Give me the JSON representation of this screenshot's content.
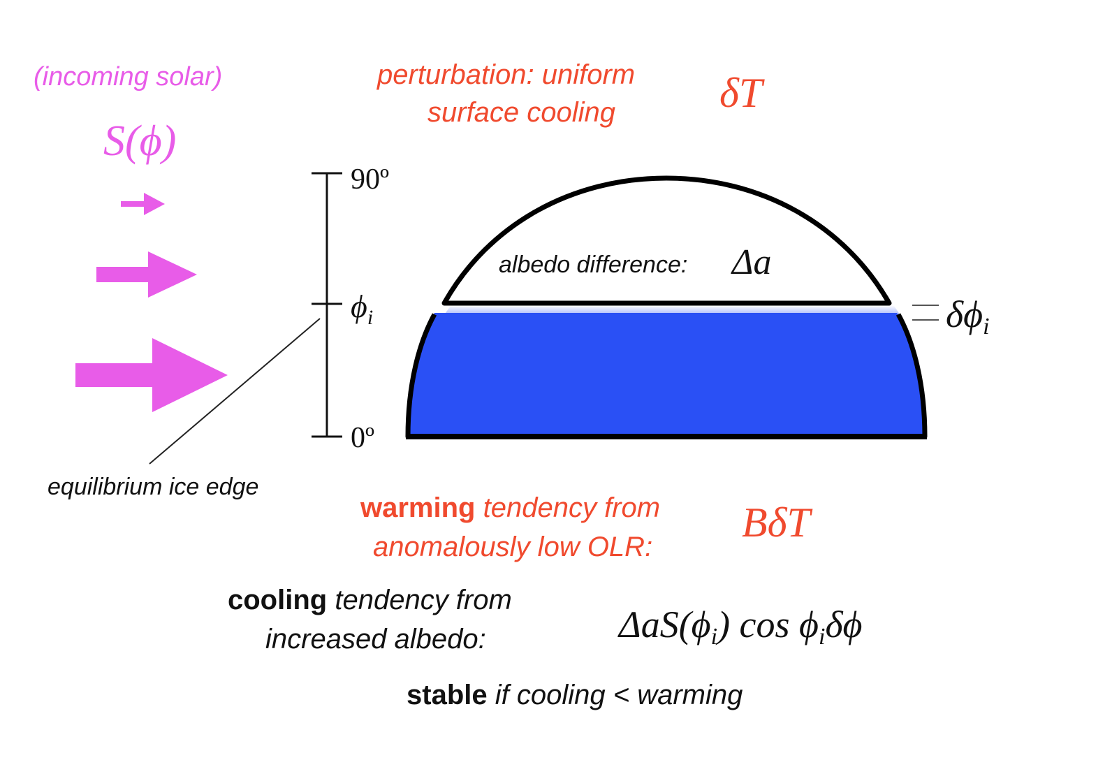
{
  "colors": {
    "solar": "#e85ce8",
    "perturbation": "#f04a2e",
    "ice_free": "#2a50f5",
    "outline": "#000000",
    "text": "#111111"
  },
  "solar": {
    "label": "(incoming solar)",
    "symbol": "S(ϕ)",
    "arrows": [
      {
        "icon": "small-arrow",
        "relative_strength": 0.33
      },
      {
        "icon": "medium-arrow",
        "relative_strength": 0.66
      },
      {
        "icon": "large-arrow",
        "relative_strength": 1.0
      }
    ]
  },
  "perturbation": {
    "line1": "perturbation:  uniform",
    "line2": "surface cooling",
    "symbol": "δT"
  },
  "latitude_axis": {
    "top_label": "90º",
    "ice_edge_label": "ϕ",
    "ice_edge_subscript": "i",
    "bottom_label": "0º"
  },
  "ice_edge_note": "equilibrium ice edge",
  "albedo": {
    "label": "albedo difference:",
    "symbol": "Δa"
  },
  "shift": {
    "symbol": "δϕ",
    "subscript": "i"
  },
  "warming": {
    "bold": "warming",
    "line1_rest": "tendency from",
    "line2": "anomalously low OLR:",
    "symbol": "BδT"
  },
  "cooling": {
    "bold": "cooling",
    "line1_rest": "tendency from",
    "line2": "increased albedo:",
    "formula_a": "ΔaS(ϕ",
    "formula_a_sub": "i",
    "formula_b": ") cos ϕ",
    "formula_b_sub": "i",
    "formula_c": "δϕ"
  },
  "stability": {
    "bold": "stable",
    "rest": "if cooling < warming"
  }
}
